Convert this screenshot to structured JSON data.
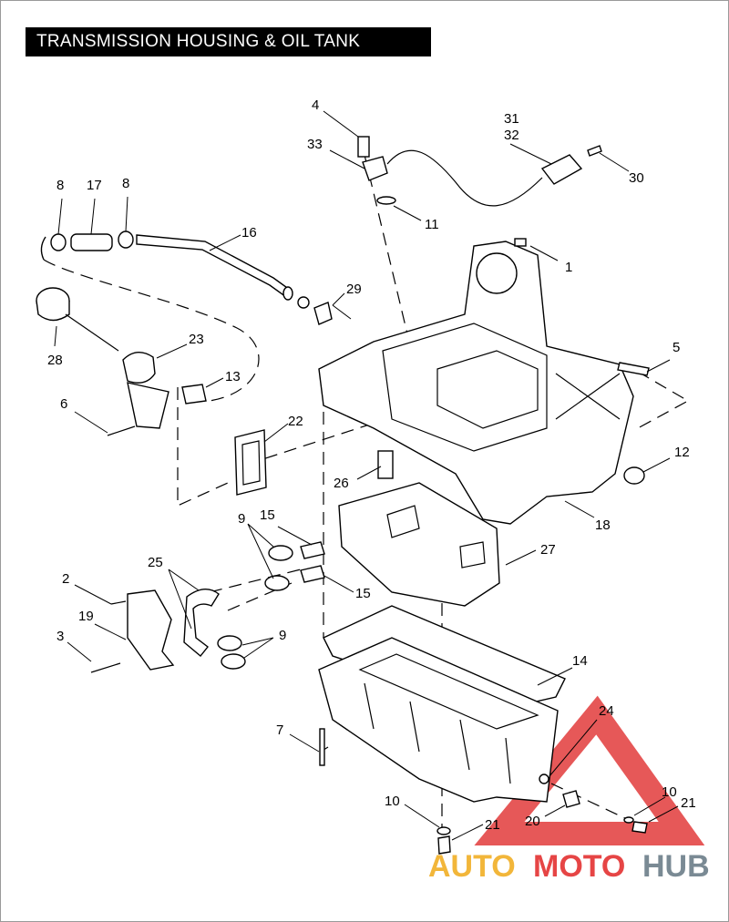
{
  "title": "TRANSMISSION HOUSING & OIL TANK",
  "callouts": {
    "c1": "1",
    "c2": "2",
    "c3": "3",
    "c4": "4",
    "c5": "5",
    "c6": "6",
    "c7": "7",
    "c8a": "8",
    "c8b": "8",
    "c9a": "9",
    "c9b": "9",
    "c10a": "10",
    "c10b": "10",
    "c11": "11",
    "c12": "12",
    "c13": "13",
    "c14": "14",
    "c15a": "15",
    "c15b": "15",
    "c16": "16",
    "c17": "17",
    "c18": "18",
    "c19": "19",
    "c20": "20",
    "c21a": "21",
    "c21b": "21",
    "c22": "22",
    "c23": "23",
    "c24": "24",
    "c25": "25",
    "c26": "26",
    "c27": "27",
    "c28": "28",
    "c29": "29",
    "c30": "30",
    "c31": "31",
    "c32": "32",
    "c33": "33"
  },
  "watermark": {
    "part1": "AUTO",
    "part2": "MOTO",
    "part3": "HUB",
    "color_primary": "#f2b63a",
    "color_secondary": "#e64545",
    "color_tertiary": "#7a8a94"
  }
}
